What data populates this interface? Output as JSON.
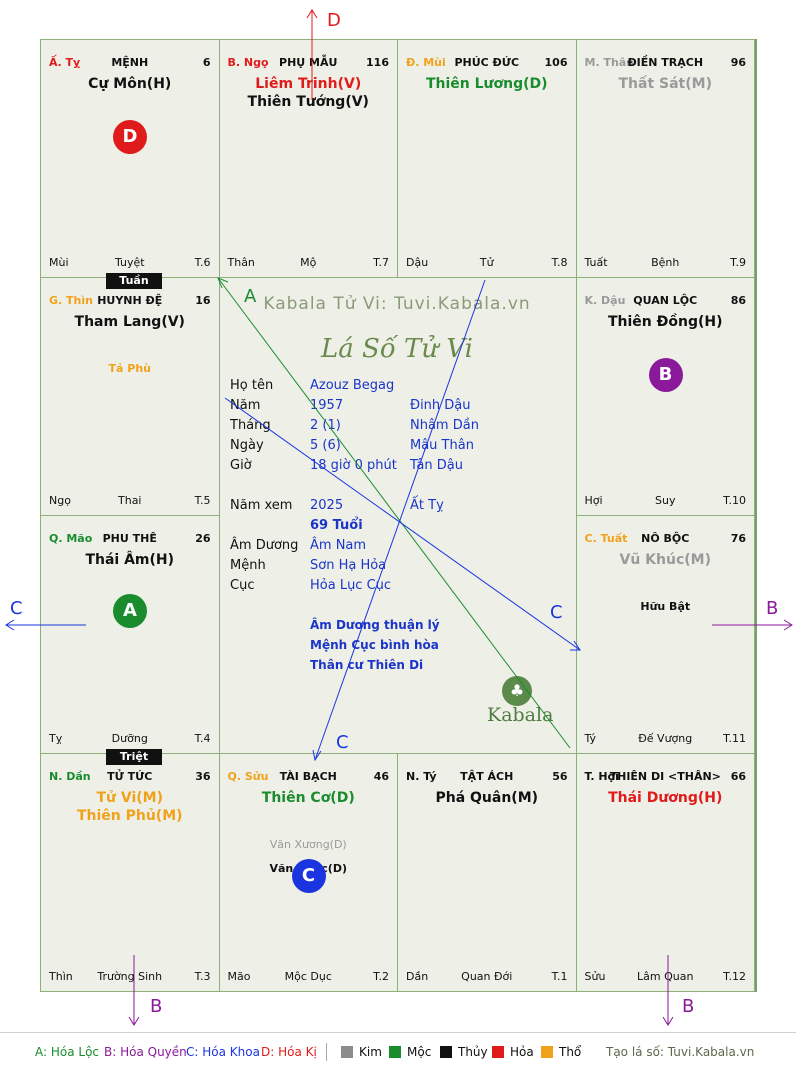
{
  "palaces": [
    {
      "id": "ty-menh",
      "can": "Ấ. Tỵ",
      "can_color": "#e01b1b",
      "cung": "MỆNH",
      "number": "6",
      "stars": [
        {
          "text": "Cự Môn(H)",
          "color": "#111111"
        }
      ],
      "minor": [],
      "bl": "Mùi",
      "bm": "Tuyệt",
      "br": "T.6"
    },
    {
      "id": "ngo-phu-mau",
      "can": "B. Ngọ",
      "can_color": "#e01b1b",
      "cung": "PHỤ MẪU",
      "number": "116",
      "stars": [
        {
          "text": "Liêm Trinh(V)",
          "color": "#e01b1b"
        },
        {
          "text": "Thiên Tướng(V)",
          "color": "#111111"
        }
      ],
      "minor": [],
      "bl": "Thân",
      "bm": "Mộ",
      "br": "T.7"
    },
    {
      "id": "mui-phuc-duc",
      "can": "Đ. Mùi",
      "can_color": "#f0a21a",
      "cung": "PHÚC ĐỨC",
      "number": "106",
      "stars": [
        {
          "text": "Thiên Lương(D)",
          "color": "#1a8c2e"
        }
      ],
      "minor": [],
      "bl": "Dậu",
      "bm": "Tử",
      "br": "T.8"
    },
    {
      "id": "than-dien-trach",
      "can": "M. Thân",
      "can_color": "#9a9a9a",
      "cung": "ĐIỀN TRẠCH",
      "number": "96",
      "stars": [
        {
          "text": "Thất Sát(M)",
          "color": "#9a9a9a"
        }
      ],
      "minor": [],
      "bl": "Tuất",
      "bm": "Bệnh",
      "br": "T.9"
    },
    {
      "id": "thin-huynh-de",
      "can": "G. Thìn",
      "can_color": "#f0a21a",
      "cung": "HUYNH ĐỆ",
      "number": "16",
      "stars": [
        {
          "text": "Tham Lang(V)",
          "color": "#111111"
        }
      ],
      "minor": [
        {
          "text": "Tả Phù",
          "color": "#f0a21a"
        }
      ],
      "bl": "Ngọ",
      "bm": "Thai",
      "br": "T.5"
    },
    {
      "id": "dau-quan-loc",
      "can": "K. Dậu",
      "can_color": "#9a9a9a",
      "cung": "QUAN LỘC",
      "number": "86",
      "stars": [
        {
          "text": "Thiên Đồng(H)",
          "color": "#111111"
        }
      ],
      "minor": [],
      "bl": "Hợi",
      "bm": "Suy",
      "br": "T.10"
    },
    {
      "id": "mao-phu-the",
      "can": "Q. Mão",
      "can_color": "#1a8c2e",
      "cung": "PHU THÊ",
      "number": "26",
      "stars": [
        {
          "text": "Thái Âm(H)",
          "color": "#111111"
        }
      ],
      "minor": [],
      "bl": "Tỵ",
      "bm": "Dưỡng",
      "br": "T.4"
    },
    {
      "id": "tuat-no-boc",
      "can": "C. Tuất",
      "can_color": "#f0a21a",
      "cung": "NÔ BỘC",
      "number": "76",
      "stars": [
        {
          "text": "Vũ Khúc(M)",
          "color": "#9a9a9a"
        }
      ],
      "minor": [
        {
          "text": "Hữu Bật",
          "color": "#111111"
        }
      ],
      "bl": "Tý",
      "bm": "Đế Vượng",
      "br": "T.11"
    },
    {
      "id": "dan-tu-tuc",
      "can": "N. Dần",
      "can_color": "#1a8c2e",
      "cung": "TỬ TỨC",
      "number": "36",
      "stars": [
        {
          "text": "Tử Vi(M)",
          "color": "#f0a21a"
        },
        {
          "text": "Thiên Phủ(M)",
          "color": "#f0a21a"
        }
      ],
      "minor": [],
      "bl": "Thìn",
      "bm": "Trường Sinh",
      "br": "T.3"
    },
    {
      "id": "suu-tai-bach",
      "can": "Q. Sửu",
      "can_color": "#f0a21a",
      "cung": "TÀI BẠCH",
      "number": "46",
      "stars": [
        {
          "text": "Thiên Cơ(D)",
          "color": "#1a8c2e"
        }
      ],
      "minor": [
        {
          "text": "Văn Xương(D)",
          "color": "#9a9a9a"
        },
        {
          "text": "Văn Khúc(D)",
          "color": "#111111"
        }
      ],
      "bl": "Mão",
      "bm": "Mộc Dục",
      "br": "T.2"
    },
    {
      "id": "ty-tat-ach",
      "can": "N. Tý",
      "can_color": "#111111",
      "cung": "TẬT ÁCH",
      "number": "56",
      "stars": [
        {
          "text": "Phá Quân(M)",
          "color": "#111111"
        }
      ],
      "minor": [],
      "bl": "Dần",
      "bm": "Quan Đới",
      "br": "T.1"
    },
    {
      "id": "hoi-thien-di",
      "can": "T. Hợi",
      "can_color": "#111111",
      "cung": "THIÊN DI <THÂN>",
      "number": "66",
      "stars": [
        {
          "text": "Thái Dương(H)",
          "color": "#e01b1b"
        }
      ],
      "minor": [],
      "bl": "Sửu",
      "bm": "Lâm Quan",
      "br": "T.12"
    }
  ],
  "markers": [
    {
      "id": "D",
      "letter": "D",
      "color": "#e01b1b"
    },
    {
      "id": "B",
      "letter": "B",
      "color": "#8a1a9a"
    },
    {
      "id": "A",
      "letter": "A",
      "color": "#1a8c2e"
    },
    {
      "id": "C",
      "letter": "C",
      "color": "#1a35e0"
    }
  ],
  "tags": {
    "tuan": "Tuần",
    "triet": "Triệt"
  },
  "center": {
    "watermark": "Kabala Tử Vi: Tuvi.Kabala.vn",
    "logo": "Lá Số Tử Vi",
    "rows": [
      {
        "k": "Họ tên",
        "v1": "Azouz Begag",
        "v2": ""
      },
      {
        "k": "Năm",
        "v1": "1957",
        "v2": "Đinh Dậu"
      },
      {
        "k": "Tháng",
        "v1": "2  (1)",
        "v2": "Nhâm Dần"
      },
      {
        "k": "Ngày",
        "v1": "5  (6)",
        "v2": "Mậu Thân"
      },
      {
        "k": "Giờ",
        "v1": "18 giờ 0 phút",
        "v2": "Tân Dậu"
      }
    ],
    "rows2": [
      {
        "k": "Năm xem",
        "v1": "2025",
        "v2": "Ất Tỵ"
      },
      {
        "k": "",
        "v1": "69 Tuổi",
        "v2": ""
      },
      {
        "k": "Âm Dương",
        "v1": "Âm Nam",
        "v2": ""
      },
      {
        "k": "Mệnh",
        "v1": "Sơn Hạ Hỏa",
        "v2": ""
      },
      {
        "k": "Cục",
        "v1": "Hỏa Lục Cục",
        "v2": ""
      }
    ],
    "notes": [
      "Âm Dương thuận lý",
      "Mệnh Cục bình hòa",
      "Thân cư Thiên Di"
    ],
    "brand": "Kabala"
  },
  "arrow_labels": {
    "top": "D",
    "left": "C",
    "right": "B",
    "bottom_left": "B",
    "bottom_right": "B",
    "line_a": "A",
    "line_c_right": "C",
    "line_c_bottom": "C"
  },
  "legend": {
    "a": "A: Hóa Lộc",
    "b": "B: Hóa Quyền",
    "c": "C: Hóa Khoa",
    "d": "D: Hóa Kị",
    "kim": "Kim",
    "moc": "Mộc",
    "thuy": "Thủy",
    "hoa": "Hỏa",
    "tho": "Thổ",
    "site": "Tạo lá số: Tuvi.Kabala.vn",
    "colors": {
      "kim": "#8c8c8c",
      "moc": "#1a8c2e",
      "thuy": "#111111",
      "hoa": "#e01b1b",
      "tho": "#f0a21a"
    }
  }
}
